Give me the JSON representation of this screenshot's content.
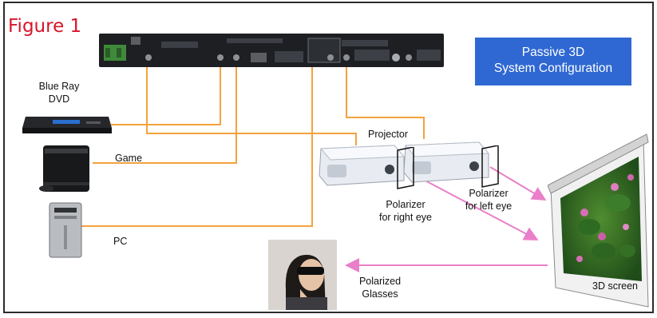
{
  "figure_label": "Figure 1",
  "title": {
    "line1": "Passive 3D",
    "line2": "System Configuration"
  },
  "sources": {
    "bluray": {
      "line1": "Blue Ray",
      "line2": "DVD"
    },
    "game": "Game",
    "pc": "PC"
  },
  "projector_label": "Projector",
  "polarizer_right": {
    "line1": "Polarizer",
    "line2": "for right eye"
  },
  "polarizer_left": {
    "line1": "Polarizer",
    "line2": "for left eye"
  },
  "glasses": {
    "line1": "Polarized",
    "line2": "Glasses"
  },
  "screen_label": "3D screen",
  "colors": {
    "title_bg": "#2f68d2",
    "figure_label": "#d8152a",
    "cable": "#f4a23c",
    "light_beam": "#e97fc8",
    "rack": "#1d1f22"
  }
}
